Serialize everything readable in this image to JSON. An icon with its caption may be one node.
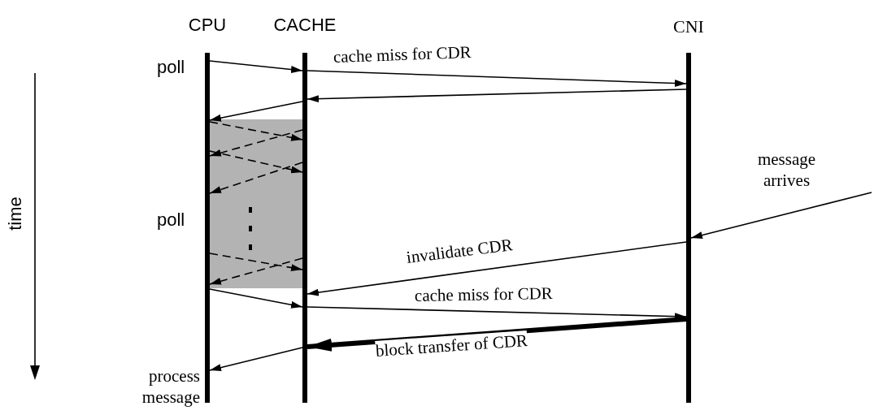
{
  "diagram": {
    "nodes": [
      {
        "text": [
          "CPU"
        ]
      },
      {
        "text": [
          "CACHE"
        ]
      },
      {
        "text": [
          "CNI"
        ]
      },
      {
        "text": [
          "message arrives"
        ]
      }
    ],
    "edges": [
      {
        "from": 0,
        "to": 1,
        "arrow": "to"
      },
      {
        "from": 1,
        "to": 2,
        "arrow": "to",
        "label": "cache miss for CDR"
      },
      {
        "from": 2,
        "to": 1,
        "arrow": "to"
      },
      {
        "from": 1,
        "to": 0,
        "arrow": "to"
      },
      {
        "from": 0,
        "to": 1,
        "arrow": "to",
        "style": "dashed"
      },
      {
        "from": 1,
        "to": 0,
        "arrow": "to",
        "style": "dashed"
      },
      {
        "from": 0,
        "to": 1,
        "arrow": "to",
        "style": "dashed"
      },
      {
        "from": 1,
        "to": 0,
        "arrow": "to",
        "style": "dashed"
      },
      {
        "from": 0,
        "to": 1,
        "arrow": "to",
        "style": "dashed"
      },
      {
        "from": 1,
        "to": 0,
        "arrow": "to",
        "style": "dashed"
      },
      {
        "from": 3,
        "to": 2,
        "arrow": "to"
      },
      {
        "from": 2,
        "to": 1,
        "arrow": "to",
        "label": "invalidate CDR"
      },
      {
        "from": 0,
        "to": 1,
        "arrow": "to"
      },
      {
        "from": 1,
        "to": 2,
        "arrow": "to",
        "label": "cache miss for CDR"
      },
      {
        "from": 2,
        "to": 1,
        "arrow": "to",
        "style": "thick",
        "label": "block transfer of CDR"
      },
      {
        "from": 1,
        "to": 0,
        "arrow": "to"
      }
    ],
    "labels": [
      "time",
      "poll",
      "poll",
      "process message"
    ]
  }
}
